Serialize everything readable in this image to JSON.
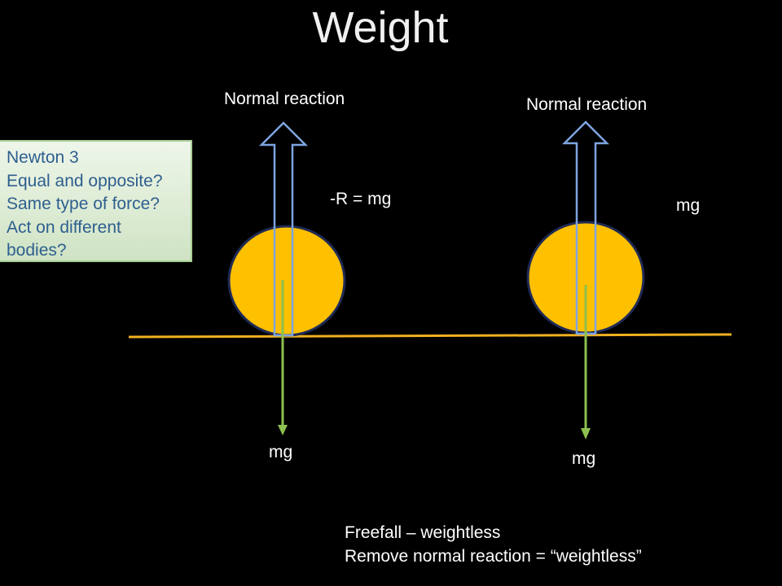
{
  "slide": {
    "title": "Weight"
  },
  "colors": {
    "background": "#000000",
    "ball_fill": "#ffc000",
    "ball_stroke": "#1f2a55",
    "ground": "#f0b020",
    "normal_arrow_stroke": "#7ea4e0",
    "weight_arrow": "#8dc050",
    "note_text": "#2e5f8f",
    "note_border": "#a9cf96"
  },
  "left_diagram": {
    "normal_label": "Normal reaction",
    "weight_label": "mg",
    "relation_label": "-R = mg"
  },
  "right_diagram": {
    "normal_label": "Normal reaction",
    "weight_label": "mg",
    "side_label": "mg"
  },
  "note_box": {
    "lines": [
      "Newton 3",
      "Equal and opposite?",
      "Same type of force?",
      "Act on different",
      "bodies?"
    ]
  },
  "footer": {
    "line1": "Freefall – weightless",
    "line2": "Remove normal reaction = “weightless”"
  }
}
